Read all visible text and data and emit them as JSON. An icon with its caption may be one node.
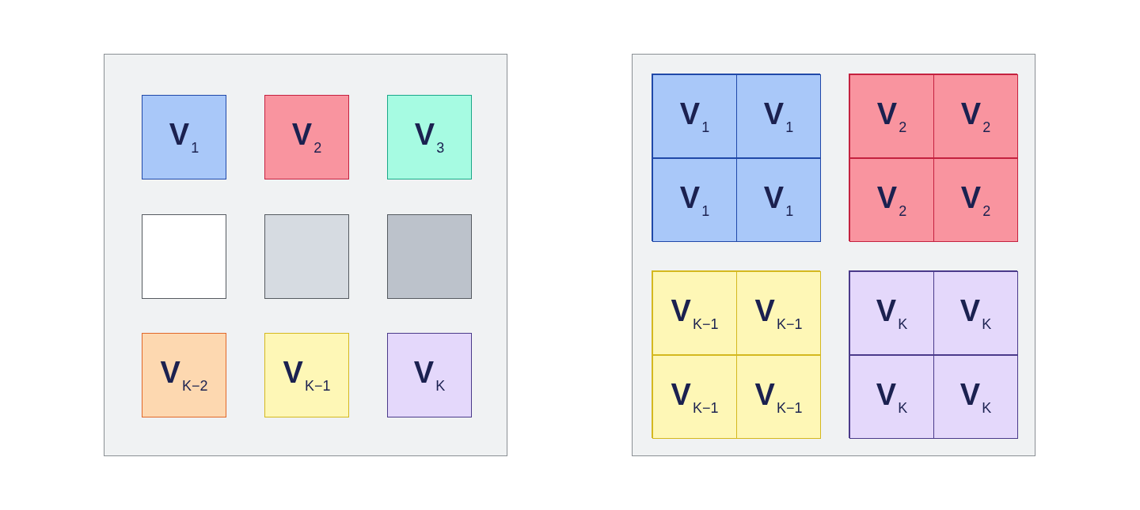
{
  "diagram": {
    "nodes": [
      {
        "text": [],
        "shape": "box"
      },
      {
        "text": [
          "V$_{1}$"
        ],
        "in": 0
      },
      {
        "text": [
          "V$_{2}$"
        ],
        "in": 0
      },
      {
        "text": [
          "V$_{3}$"
        ],
        "in": 0
      },
      {
        "text": [],
        "shape": "box",
        "in": 0
      },
      {
        "text": [],
        "shape": "box",
        "in": 0
      },
      {
        "text": [],
        "shape": "box",
        "in": 0
      },
      {
        "text": [
          "V$_{K−2}$"
        ],
        "in": 0
      },
      {
        "text": [
          "V$_{K−1}$"
        ],
        "in": 0
      },
      {
        "text": [
          "V$_{K}$"
        ],
        "in": 0
      },
      {
        "text": [],
        "shape": "box"
      },
      {
        "text": [],
        "shape": "box",
        "in": 10
      },
      {
        "text": [
          "V$_{1}$"
        ],
        "in": 11
      },
      {
        "text": [
          "V$_{1}$"
        ],
        "in": 11
      },
      {
        "text": [
          "V$_{1}$"
        ],
        "in": 11
      },
      {
        "text": [
          "V$_{1}$"
        ],
        "in": 11
      },
      {
        "text": [],
        "shape": "box",
        "in": 10
      },
      {
        "text": [
          "V$_{2}$"
        ],
        "in": 16
      },
      {
        "text": [
          "V$_{2}$"
        ],
        "in": 16
      },
      {
        "text": [
          "V$_{2}$"
        ],
        "in": 16
      },
      {
        "text": [
          "V$_{2}$"
        ],
        "in": 16
      },
      {
        "text": [],
        "shape": "box",
        "in": 10
      },
      {
        "text": [
          "V$_{K−1}$"
        ],
        "in": 21
      },
      {
        "text": [
          "V$_{K−1}$"
        ],
        "in": 21
      },
      {
        "text": [
          "V$_{K−1}$"
        ],
        "in": 21
      },
      {
        "text": [
          "V$_{K−1}$"
        ],
        "in": 21
      },
      {
        "text": [],
        "shape": "box",
        "in": 10
      },
      {
        "text": [
          "V$_{K}$"
        ],
        "in": 26
      },
      {
        "text": [
          "V$_{K}$"
        ],
        "in": 26
      },
      {
        "text": [
          "V$_{K}$"
        ],
        "in": 26
      },
      {
        "text": [
          "V$_{K}$"
        ],
        "in": 26
      }
    ]
  }
}
